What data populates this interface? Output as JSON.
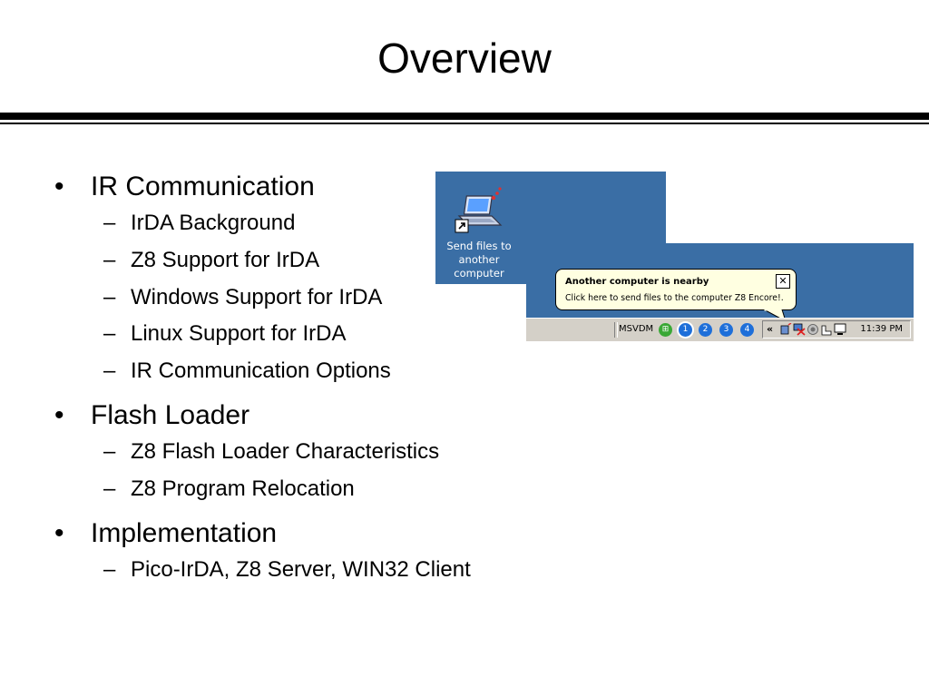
{
  "slide": {
    "title": "Overview"
  },
  "sections": [
    {
      "heading": "IR Communication",
      "items": [
        "IrDA Background",
        "Z8 Support for IrDA",
        "Windows Support for IrDA",
        "Linux Support for IrDA",
        "IR Communication Options"
      ]
    },
    {
      "heading": "Flash Loader",
      "items": [
        "Z8 Flash Loader Characteristics",
        "Z8 Program Relocation"
      ]
    },
    {
      "heading": "Implementation",
      "items": [
        "Pico-IrDA, Z8 Server, WIN32 Client"
      ]
    }
  ],
  "markers": {
    "bullet": "•",
    "dash": "–"
  },
  "screenshot": {
    "desktop_icon": {
      "icon": "laptop-infrared-icon",
      "label_line1": "Send files to",
      "label_line2": "another computer"
    },
    "balloon": {
      "title": "Another computer is nearby",
      "text": "Click here to send files to the computer Z8 Encore!.",
      "close": "✕"
    },
    "taskbar": {
      "app_label": "MSVDM",
      "desktops": [
        "1",
        "2",
        "3",
        "4"
      ],
      "chevron": "«",
      "clock": "11:39 PM"
    },
    "colors": {
      "desktop": "#3a6ea5",
      "balloon": "#ffffe1",
      "taskbar": "#d4d0c8",
      "desktop_badge": "#1e6fd9",
      "green_badge": "#3aa836"
    }
  }
}
